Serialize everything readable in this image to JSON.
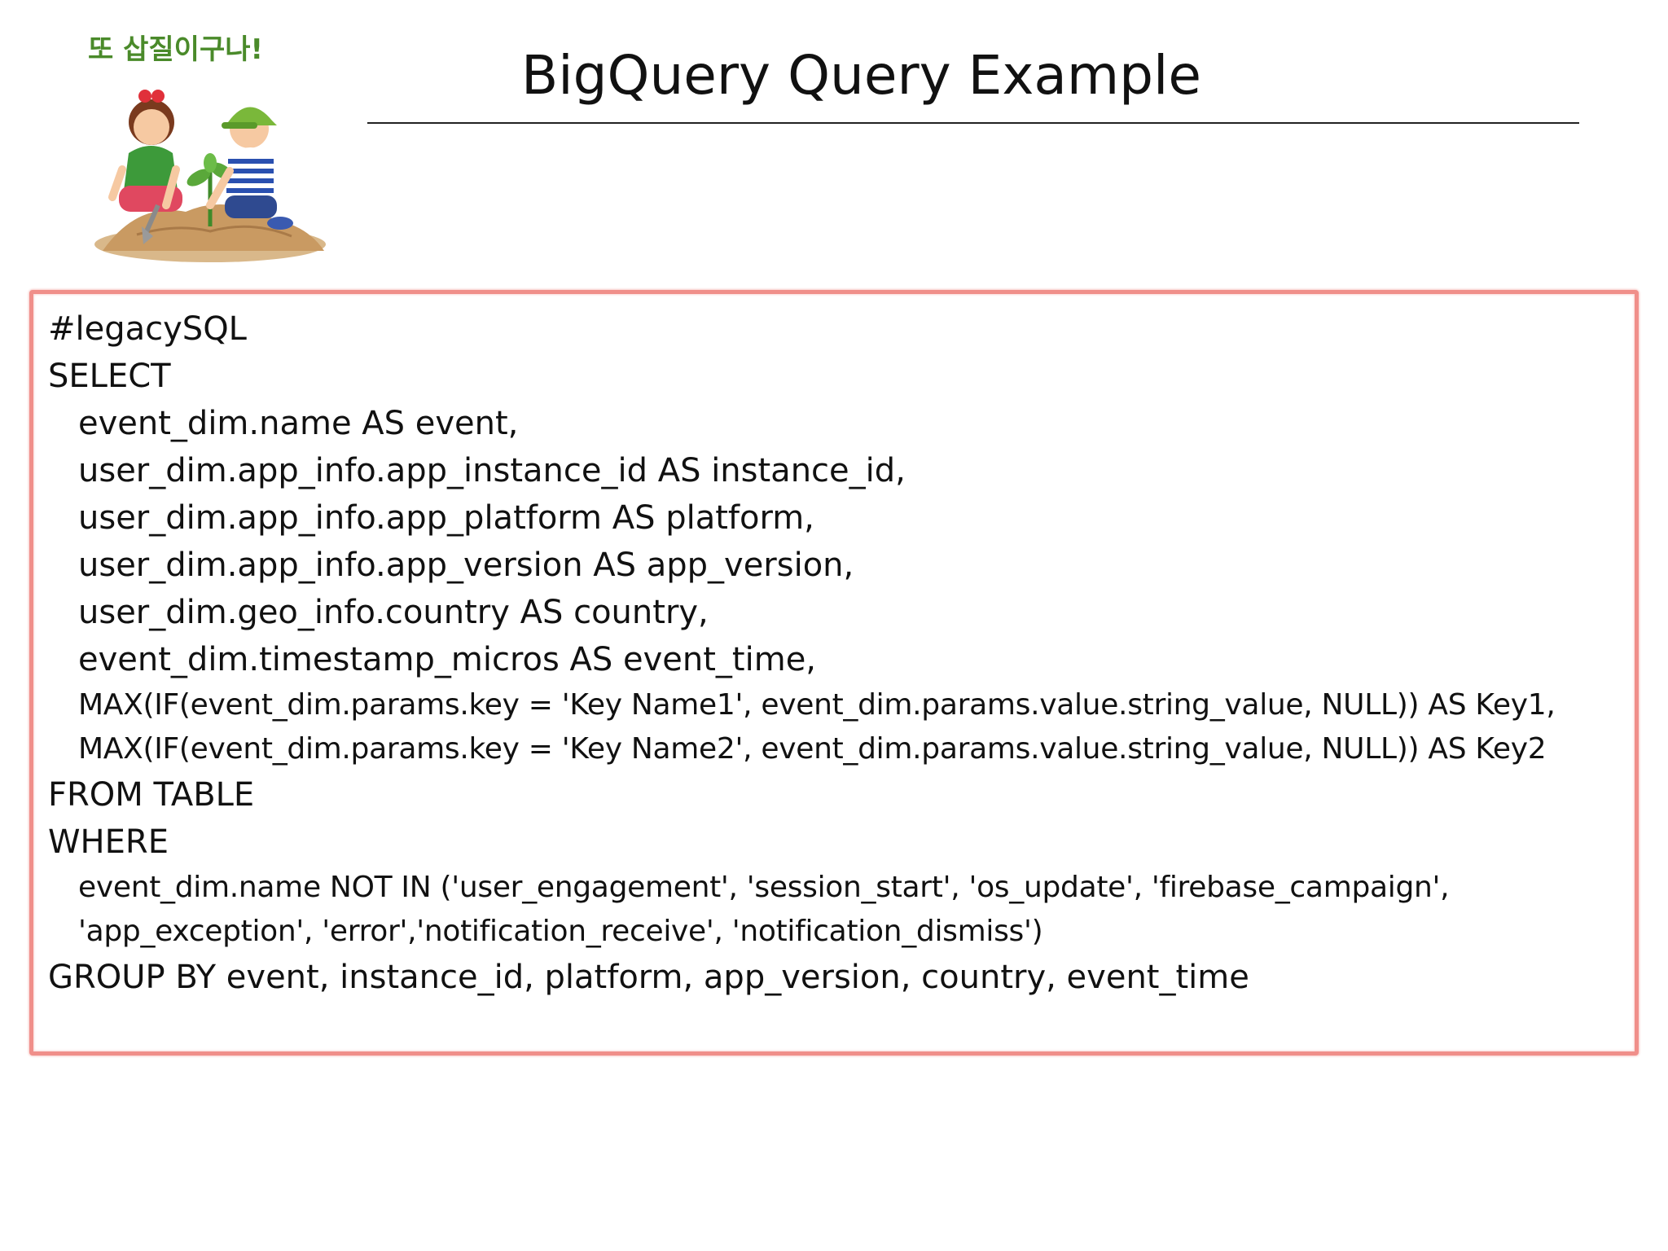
{
  "slide": {
    "badge_text": "또 삽질이구나!",
    "title": "BigQuery Query Example",
    "colors": {
      "box_border": "#f08f8a",
      "text": "#111111",
      "rule": "#222222",
      "badge_text": "#4a8a2a"
    }
  },
  "code": {
    "lines": [
      "#legacySQL",
      "SELECT",
      "event_dim.name AS event,",
      "user_dim.app_info.app_instance_id AS instance_id,",
      "user_dim.app_info.app_platform AS platform,",
      "user_dim.app_info.app_version AS app_version,",
      "user_dim.geo_info.country AS country,",
      "event_dim.timestamp_micros AS event_time,",
      "MAX(IF(event_dim.params.key = 'Key Name1', event_dim.params.value.string_value, NULL)) AS Key1,",
      "MAX(IF(event_dim.params.key = 'Key Name2', event_dim.params.value.string_value, NULL)) AS Key2",
      "FROM TABLE",
      "WHERE",
      "event_dim.name NOT IN ('user_engagement', 'session_start', 'os_update', 'firebase_campaign',",
      "'app_exception', 'error','notification_receive', 'notification_dismiss')",
      "GROUP BY event, instance_id, platform, app_version, country, event_time"
    ]
  }
}
